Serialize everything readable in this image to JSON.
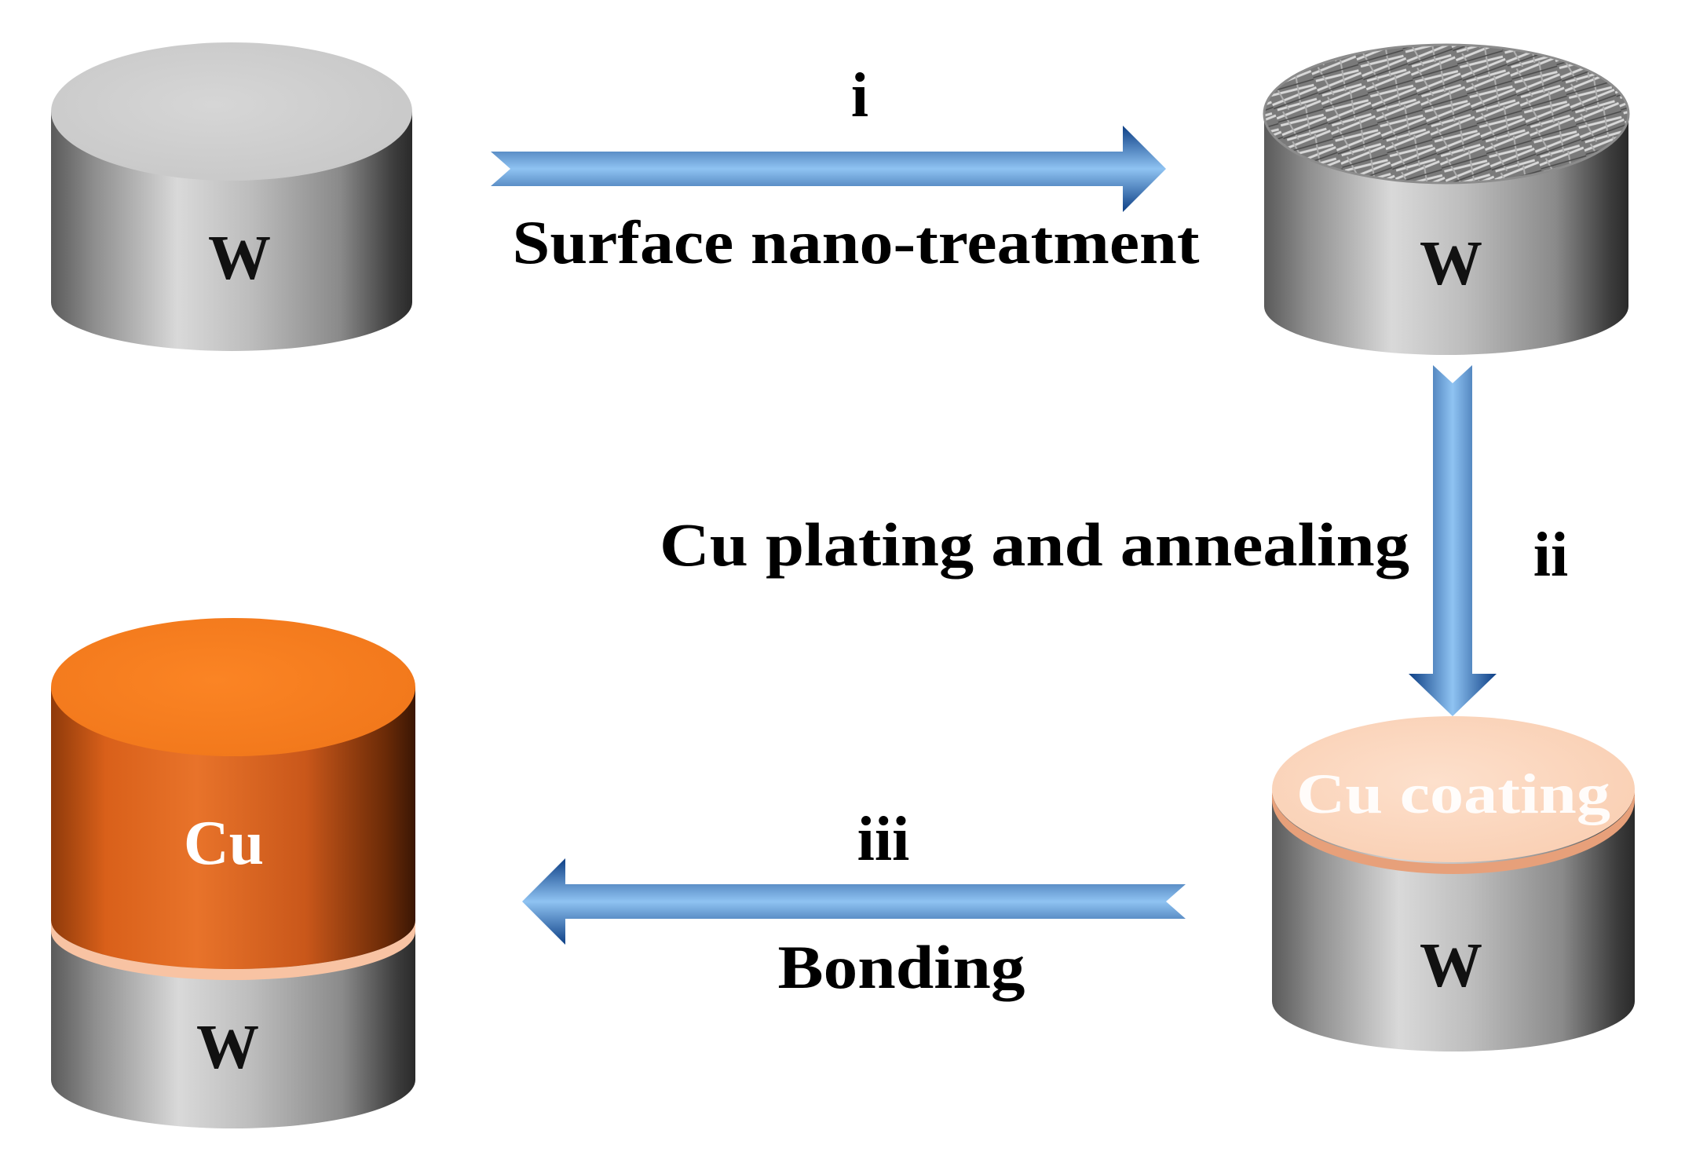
{
  "steps": {
    "i": {
      "numeral": "i",
      "label": "Surface nano-treatment"
    },
    "ii": {
      "numeral": "ii",
      "label": "Cu plating and  annealing"
    },
    "iii": {
      "numeral": "iii",
      "label": "Bonding"
    }
  },
  "cylinders": {
    "initial": {
      "label": "W"
    },
    "treated": {
      "label": "W"
    },
    "coated": {
      "label": "W",
      "coating_label": "Cu coating"
    },
    "bonded": {
      "top_label": "Cu",
      "bottom_label": "W"
    }
  },
  "colors": {
    "arrow": "#1f5fa8",
    "tungsten": "#9e9e9e",
    "copper": "#f47c20",
    "coating": "#fbd3b8"
  }
}
